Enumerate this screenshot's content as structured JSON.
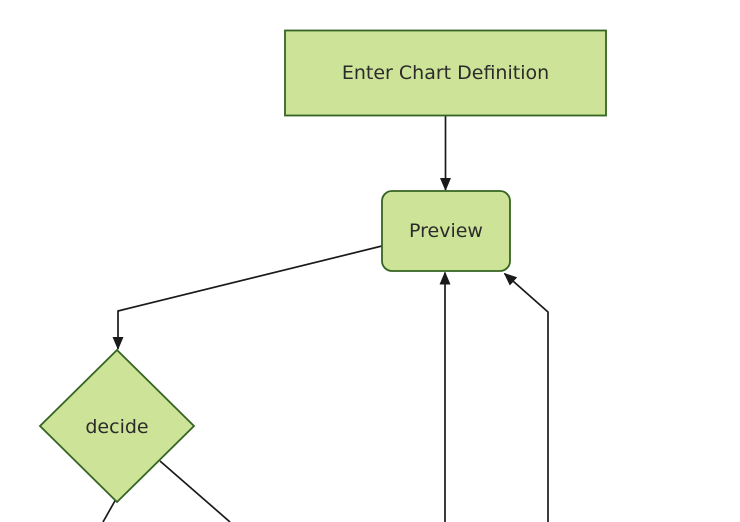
{
  "diagram": {
    "type": "flowchart",
    "orientation": "top-down",
    "background": "#ffffff",
    "colors": {
      "node_fill": "#cde498",
      "node_border": "#356422",
      "edge_line": "#1a1a1a",
      "label_text": "#2b2b2b"
    },
    "nodes": [
      {
        "id": "enter-chart-definition",
        "label": "Enter Chart Definition",
        "shape": "rectangle"
      },
      {
        "id": "preview",
        "label": "Preview",
        "shape": "rounded-rectangle"
      },
      {
        "id": "decide",
        "label": "decide",
        "shape": "diamond"
      }
    ],
    "edges": [
      {
        "from": "enter-chart-definition",
        "to": "preview",
        "arrowhead": true
      },
      {
        "from": "preview",
        "to": "decide",
        "arrowhead": true
      },
      {
        "from": "offscreen-bottom-center",
        "to": "preview",
        "arrowhead": true
      },
      {
        "from": "offscreen-bottom-right",
        "to": "preview",
        "arrowhead": true
      },
      {
        "from": "decide",
        "to": "offscreen-bottom-left",
        "arrowhead": false
      },
      {
        "from": "decide",
        "to": "offscreen-bottom-right",
        "arrowhead": false
      }
    ]
  }
}
